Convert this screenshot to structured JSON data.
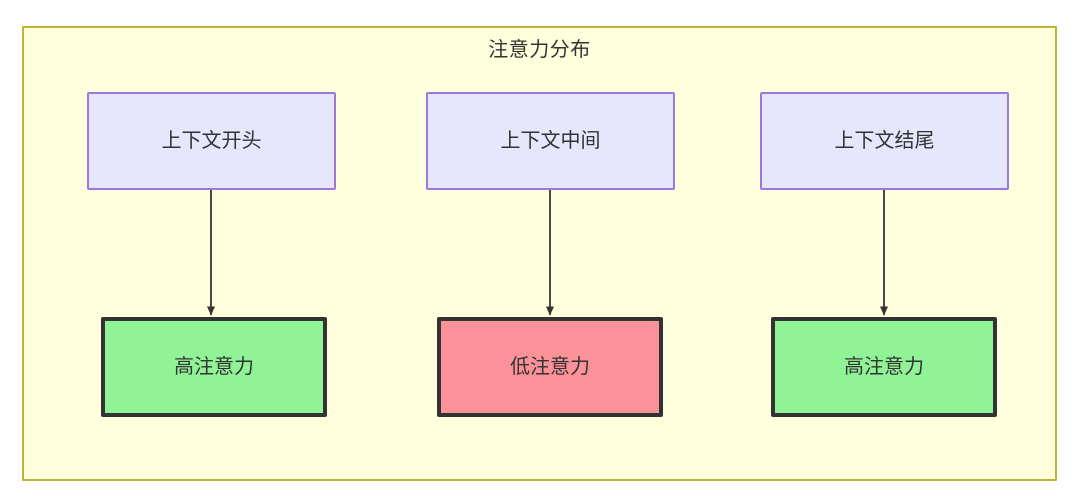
{
  "diagram": {
    "title": "注意力分布",
    "container_fill": "#ffffdd",
    "container_border": "#bdb437",
    "nodes": {
      "context": [
        {
          "id": "ctx-start",
          "label": "上下文开头",
          "fill": "#e6e6fd",
          "border": "#9d78dc"
        },
        {
          "id": "ctx-middle",
          "label": "上下文中间",
          "fill": "#e6e6fd",
          "border": "#9d78dc"
        },
        {
          "id": "ctx-end",
          "label": "上下文结尾",
          "fill": "#e6e6fd",
          "border": "#9d78dc"
        }
      ],
      "attention": [
        {
          "id": "att-high-left",
          "label": "高注意力",
          "fill": "#90f497",
          "border": "#333333"
        },
        {
          "id": "att-low-mid",
          "label": "低注意力",
          "fill": "#fb9199",
          "border": "#333333"
        },
        {
          "id": "att-high-right",
          "label": "高注意力",
          "fill": "#90f497",
          "border": "#333333"
        }
      ]
    },
    "edges": [
      {
        "from": "上下文开头",
        "to": "高注意力",
        "style": "arrow"
      },
      {
        "from": "上下文中间",
        "to": "低注意力",
        "style": "arrow"
      },
      {
        "from": "上下文结尾",
        "to": "高注意力",
        "style": "arrow"
      }
    ],
    "edge_color": "#333333"
  }
}
